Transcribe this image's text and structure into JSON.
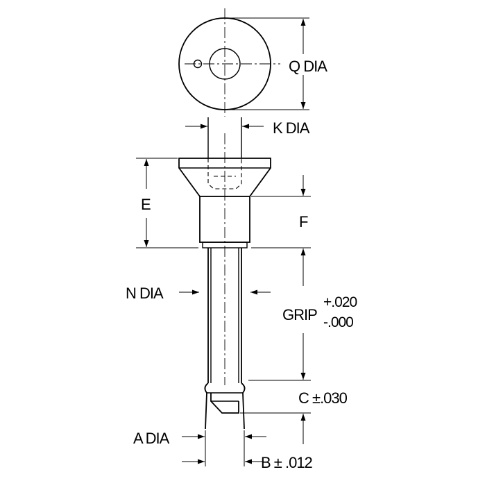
{
  "labels": {
    "q_dia": "Q DIA",
    "k_dia": "K DIA",
    "e": "E",
    "f": "F",
    "n_dia": "N DIA",
    "grip": "GRIP",
    "grip_plus": "+.020",
    "grip_minus": "-.000",
    "c_tol": "C ±.030",
    "a_dia": "A DIA",
    "b_tol": "B ± .012"
  }
}
